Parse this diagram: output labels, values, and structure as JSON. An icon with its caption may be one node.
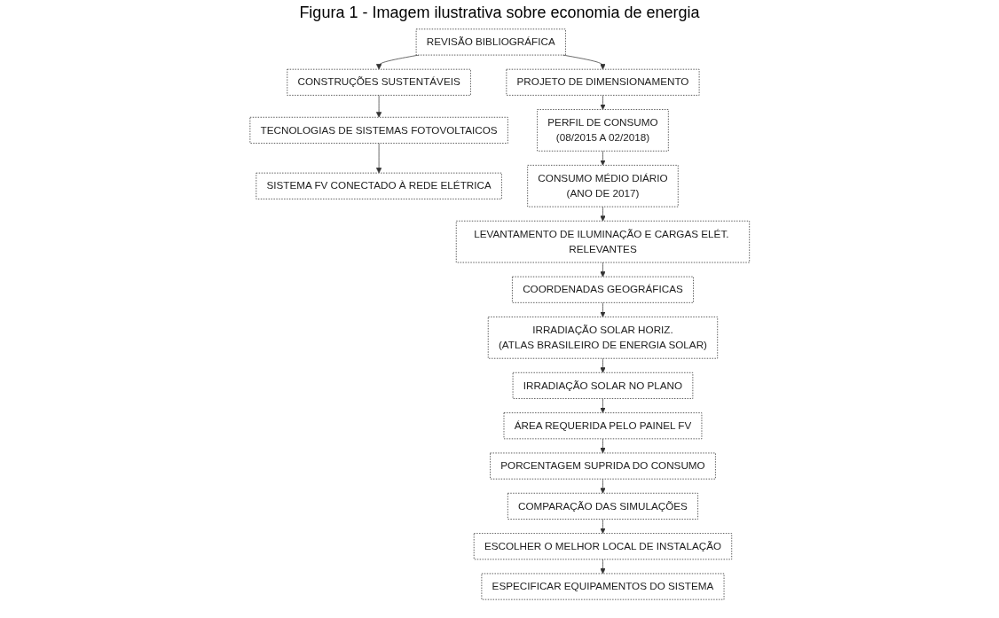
{
  "diagram": {
    "title": "Figura 1 - Imagem ilustrativa sobre economia de energia",
    "nodes": [
      {
        "text": [
          "REVISÃO BIBLIOGRÁFICA"
        ]
      },
      {
        "text": [
          "CONSTRUÇÕES SUSTENTÁVEIS"
        ]
      },
      {
        "text": [
          "TECNOLOGIAS DE SISTEMAS FOTOVOLTAICOS"
        ]
      },
      {
        "text": [
          "SISTEMA FV CONECTADO À REDE ELÉTRICA"
        ]
      },
      {
        "text": [
          "PERFIL DE CONSUMO",
          "(08/2015 A 02/2018)"
        ]
      },
      {
        "text": [
          "CONSUMO MÉDIO DIÁRIO",
          "(ANO DE 2017)"
        ]
      },
      {
        "text": [
          "LEVANTAMENTO DE ILUMINAÇÃO E CARGAS ELÉT. RELEVANTES"
        ]
      },
      {
        "text": [
          "COORDENADAS GEOGRÁFICAS"
        ]
      },
      {
        "text": [
          "PROJETO DE DIMENSIONAMENTO"
        ]
      },
      {
        "text": [
          "PORCENTAGEM SUPRIDA DO CONSUMO"
        ]
      },
      {
        "text": [
          "ÁREA REQUERIDA PELO PAINEL FV"
        ]
      },
      {
        "text": [
          "IRRADIAÇÃO SOLAR NO PLANO"
        ]
      },
      {
        "text": [
          "IRRADIAÇÃO SOLAR HORIZ.",
          "(ATLAS BRASILEIRO DE ENERGIA SOLAR)"
        ]
      },
      {
        "text": [
          "COMPARAÇÃO DAS SIMULAÇÕES"
        ]
      },
      {
        "text": [
          "ESCOLHER O MELHOR LOCAL DE INSTALAÇÃO"
        ]
      },
      {
        "text": [
          "ESPECIFICAR EQUIPAMENTOS DO SISTEMA"
        ]
      }
    ],
    "edges": [
      {
        "from": 0,
        "to": 1,
        "arrow": "to"
      },
      {
        "from": 1,
        "to": 2,
        "arrow": "to"
      },
      {
        "from": 2,
        "to": 3,
        "arrow": "to"
      },
      {
        "from": 0,
        "to": 8,
        "arrow": "to"
      },
      {
        "from": 8,
        "to": 4,
        "arrow": "to"
      },
      {
        "from": 4,
        "to": 5,
        "arrow": "to"
      },
      {
        "from": 5,
        "to": 6,
        "arrow": "to"
      },
      {
        "from": 6,
        "to": 7,
        "arrow": "to"
      },
      {
        "from": 7,
        "to": 12,
        "arrow": "to"
      },
      {
        "from": 12,
        "to": 11,
        "arrow": "to"
      },
      {
        "from": 11,
        "to": 10,
        "arrow": "to"
      },
      {
        "from": 10,
        "to": 9,
        "arrow": "to"
      },
      {
        "from": 9,
        "to": 13,
        "arrow": "to"
      },
      {
        "from": 13,
        "to": 14,
        "arrow": "to"
      },
      {
        "from": 14,
        "to": 15,
        "arrow": "to"
      }
    ]
  }
}
